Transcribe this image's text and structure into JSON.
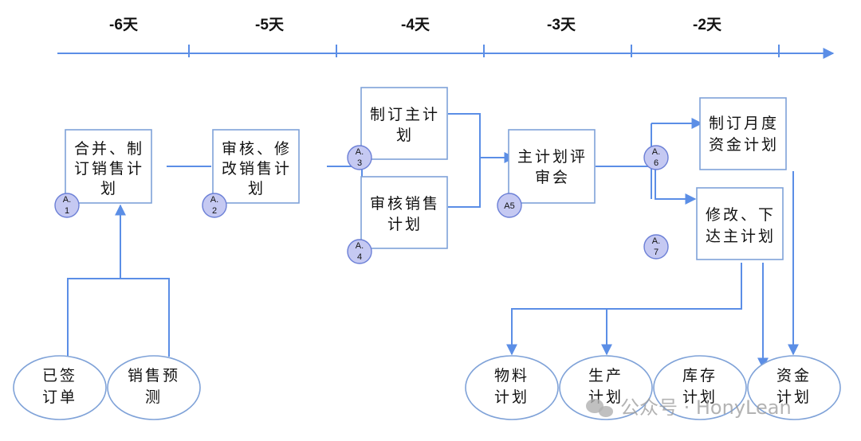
{
  "timeline": {
    "days": [
      "-6天",
      "-5天",
      "-4天",
      "-3天",
      "-2天"
    ]
  },
  "boxes": {
    "merge_sales_plan": [
      "合并、制",
      "订销售计",
      "划"
    ],
    "review_modify_sales": [
      "审核、修",
      "改销售计",
      "划"
    ],
    "make_master_plan": [
      "制订主计",
      "划"
    ],
    "review_sales_plan": [
      "审核销售",
      "计划"
    ],
    "master_plan_review": [
      "主计划评",
      "审会"
    ],
    "monthly_fund_plan": [
      "制订月度",
      "资金计划"
    ],
    "modify_issue_master": [
      "修改、下",
      "达主计划"
    ]
  },
  "badges": {
    "a1": [
      "A.",
      "1"
    ],
    "a2": [
      "A.",
      "2"
    ],
    "a3": [
      "A.",
      "3"
    ],
    "a4": [
      "A.",
      "4"
    ],
    "a5": [
      "A5"
    ],
    "a6": [
      "A.",
      "6"
    ],
    "a7": [
      "A.",
      "7"
    ]
  },
  "ovals": {
    "signed_orders": [
      "已签",
      "订单"
    ],
    "sales_forecast": [
      "销售预",
      "测"
    ],
    "material_plan": [
      "物料",
      "计划"
    ],
    "production_plan": [
      "生产",
      "计划"
    ],
    "inventory_plan": [
      "库存",
      "计划"
    ],
    "fund_plan": [
      "资金",
      "计划"
    ]
  },
  "watermark": {
    "text": "公众号 · HonyLean"
  },
  "colors": {
    "line": "#5b8ee6",
    "box_border": "#7fa2d8",
    "badge_fill": "#c5c9f2"
  }
}
